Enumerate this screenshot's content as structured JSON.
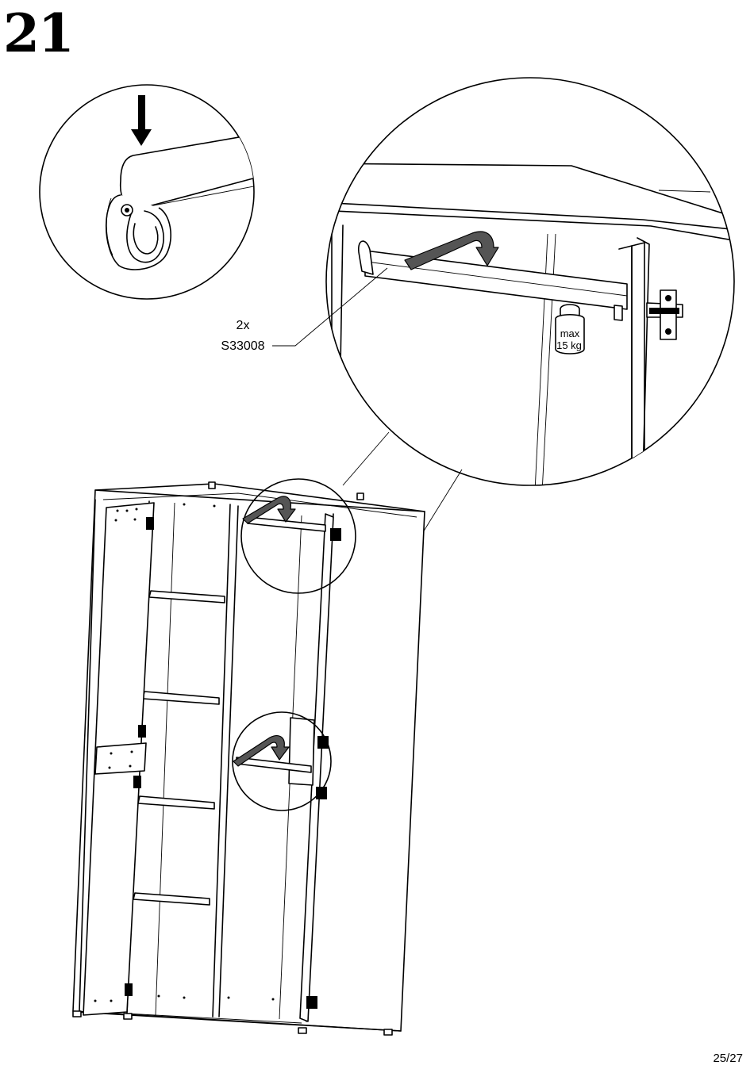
{
  "step": {
    "number": "21"
  },
  "callout": {
    "quantity": "2x",
    "part_code": "S33008"
  },
  "weight": {
    "line1": "max",
    "line2": "15 kg"
  },
  "footer": {
    "page": "25/27"
  }
}
